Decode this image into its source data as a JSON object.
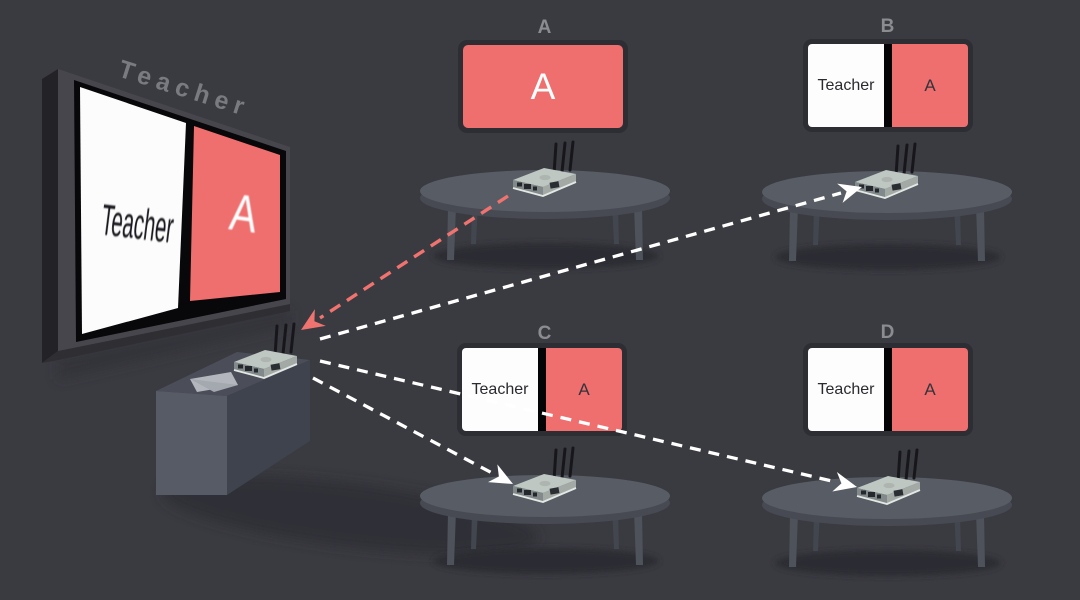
{
  "scene": {
    "background_color": "#3a3a41",
    "accent_red": "#ef6e6e",
    "dash_color_white": "#ffffff",
    "dash_color_red": "#f0736f",
    "description": "Classroom wireless screen-sharing diagram: teacher display and podium transmitter broadcasting to four group tables"
  },
  "teacher_station": {
    "title_label": "Teacher",
    "screen": {
      "left_panel_text": "Teacher",
      "right_panel_text": "A"
    },
    "podium": {
      "device": "wireless-base-station-with-antennas",
      "paper": "paper-sheet"
    }
  },
  "groups": [
    {
      "label": "A",
      "screen": {
        "type": "single",
        "content": "A"
      },
      "device": "wireless-receiver-with-antennas"
    },
    {
      "label": "B",
      "screen": {
        "type": "split",
        "left": "Teacher",
        "right": "A"
      },
      "device": "wireless-receiver-with-antennas"
    },
    {
      "label": "C",
      "screen": {
        "type": "split",
        "left": "Teacher",
        "right": "A"
      },
      "device": "wireless-receiver-with-antennas"
    },
    {
      "label": "D",
      "screen": {
        "type": "split",
        "left": "Teacher",
        "right": "A"
      },
      "device": "wireless-receiver-with-antennas"
    }
  ],
  "connections": [
    {
      "from": "group-A-table",
      "to": "teacher-podium-device",
      "style": "dashed",
      "color": "#f0736f"
    },
    {
      "from": "teacher-podium-device",
      "to": "group-B-device",
      "style": "dashed",
      "color": "#ffffff"
    },
    {
      "from": "teacher-podium-device",
      "to": "group-C-device",
      "style": "dashed",
      "color": "#ffffff"
    },
    {
      "from": "teacher-podium-device",
      "to": "group-D-device",
      "style": "dashed",
      "color": "#ffffff"
    }
  ]
}
